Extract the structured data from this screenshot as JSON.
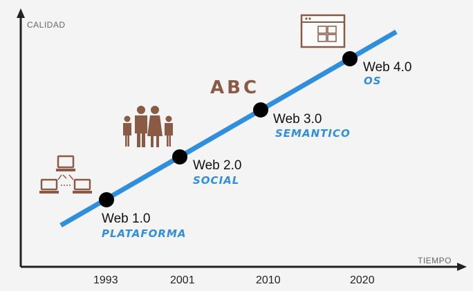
{
  "axes": {
    "y_label": "CALIDAD",
    "x_label": "TIEMPO"
  },
  "years": [
    "1993",
    "2001",
    "2010",
    "2020"
  ],
  "milestones": [
    {
      "version": "Web 1.0",
      "subtitle": "PLATAFORMA",
      "icon": "network-computers-icon"
    },
    {
      "version": "Web 2.0",
      "subtitle": "SOCIAL",
      "icon": "people-family-icon"
    },
    {
      "version": "Web 3.0",
      "subtitle": "SEMANTICO",
      "icon": "abc-letters-icon"
    },
    {
      "version": "Web 4.0",
      "subtitle": "OS",
      "icon": "os-window-icon"
    }
  ],
  "abc_text": "ABC",
  "colors": {
    "line": "#2f8fdc",
    "subtitle": "#2f8fdc",
    "icon": "#8a5a44",
    "node": "#000000",
    "axis": "#222222"
  }
}
